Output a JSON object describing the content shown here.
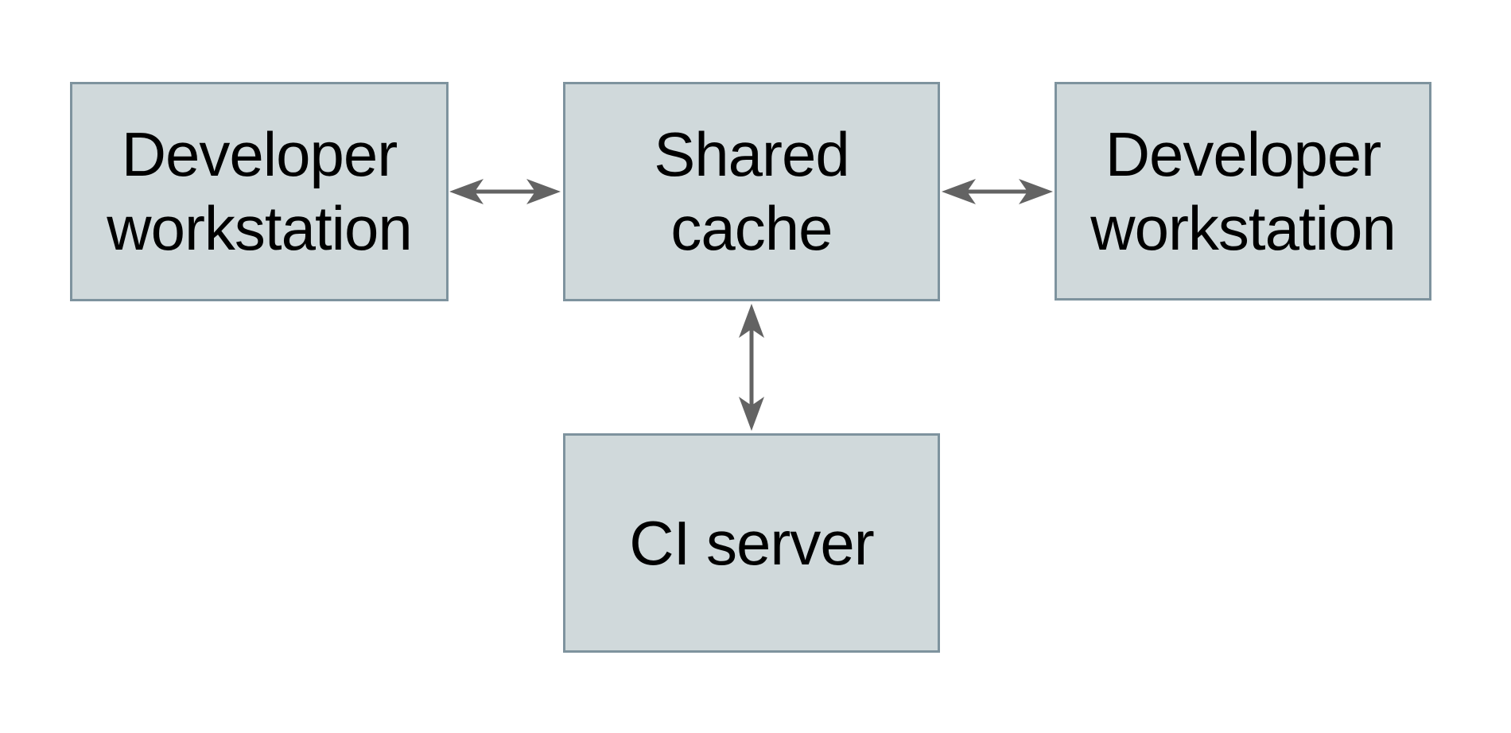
{
  "diagram": {
    "type": "architecture-diagram",
    "nodes": [
      {
        "id": "developer-workstation-left",
        "label": "Developer workstation",
        "label_lines": [
          "Developer",
          "workstation"
        ]
      },
      {
        "id": "shared-cache",
        "label": "Shared cache",
        "label_lines": [
          "Shared",
          "cache"
        ]
      },
      {
        "id": "developer-workstation-right",
        "label": "Developer workstation",
        "label_lines": [
          "Developer",
          "workstation"
        ]
      },
      {
        "id": "ci-server",
        "label": "CI server",
        "label_lines": [
          "CI server"
        ]
      }
    ],
    "edges": [
      {
        "from": "developer-workstation-left",
        "to": "shared-cache",
        "direction": "bidirectional",
        "orientation": "horizontal"
      },
      {
        "from": "shared-cache",
        "to": "developer-workstation-right",
        "direction": "bidirectional",
        "orientation": "horizontal"
      },
      {
        "from": "shared-cache",
        "to": "ci-server",
        "direction": "bidirectional",
        "orientation": "vertical"
      }
    ]
  },
  "colors": {
    "background": "#ffffff",
    "node_fill": "#d0d9db",
    "node_border": "#7e939e",
    "arrow": "#636363",
    "text": "#000000"
  }
}
